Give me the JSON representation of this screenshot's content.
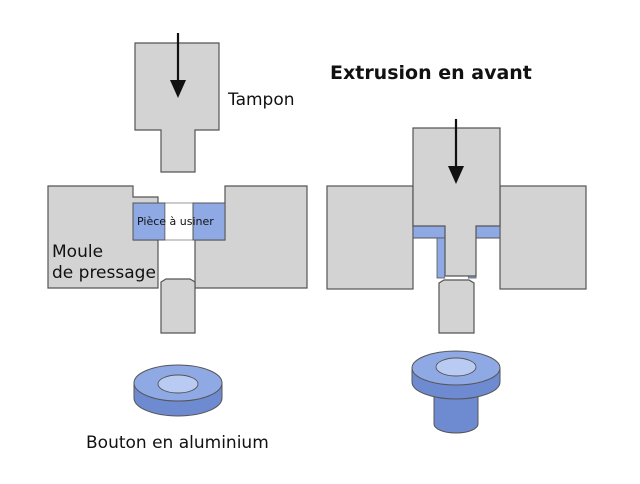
{
  "diagram": {
    "title": "Extrusion en avant",
    "labels": {
      "punch": "Tampon",
      "workpiece": "Pièce à usiner",
      "die_line1": "Moule",
      "die_line2": "de pressage",
      "product": "Bouton en aluminium"
    },
    "colors": {
      "steel": "#d3d3d3",
      "outline": "#555555",
      "aluminum": "#8fa9e4",
      "aluminum_light": "#b9cbf3",
      "aluminum_dark": "#6e8bd2",
      "billet_core": "#ffffff"
    },
    "icons": [
      "arrow-down-icon"
    ]
  }
}
